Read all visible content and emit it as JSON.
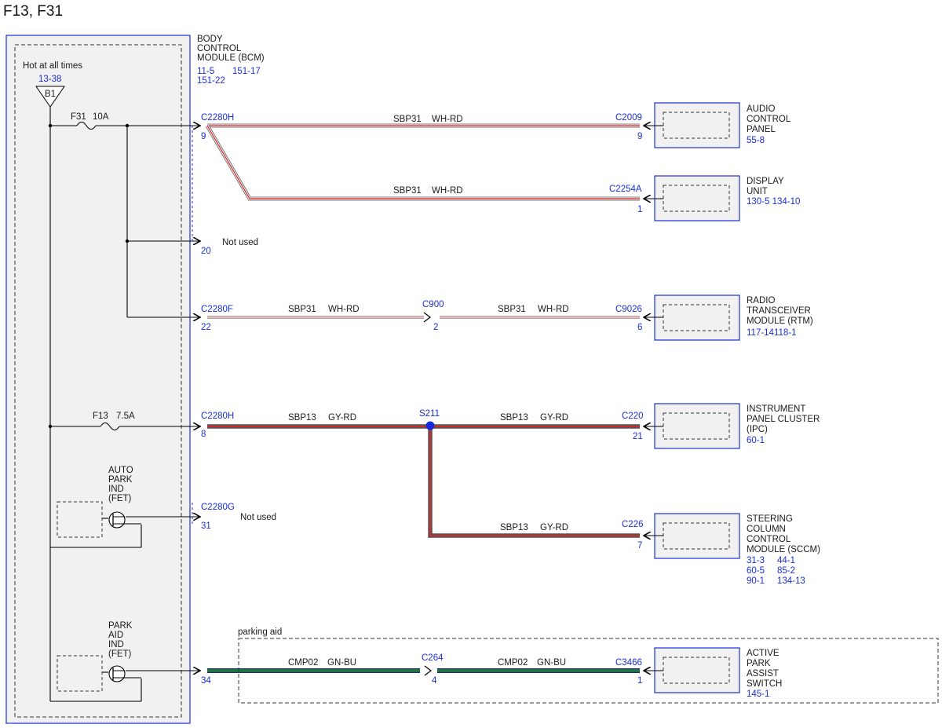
{
  "title": "F13, F31",
  "colors": {
    "module_blue": "#1a2fd6",
    "module_fill": "#f1f1f1",
    "wire_wh_rd": "WH-RD red/white",
    "wire_gy_rd": "GY-RD gray/red",
    "wire_gn_bu": "GN-BU green/blue"
  },
  "bcm": {
    "name": [
      "BODY",
      "CONTROL",
      "MODULE (BCM)"
    ],
    "refs": [
      "11-5",
      "151-17",
      "151-22"
    ],
    "hot_label": "Hot at all times",
    "hot_ref": "13-38",
    "bus": "B1",
    "fuse_f31": "F31",
    "fuse_f31_rating": "10A",
    "fuse_f13": "F13",
    "fuse_f13_rating": "7.5A",
    "auto_park": [
      "AUTO",
      "PARK",
      "IND",
      "(FET)"
    ],
    "park_aid": [
      "PARK",
      "AID",
      "IND",
      "(FET)"
    ]
  },
  "connectors": {
    "c2280h_top": {
      "name": "C2280H",
      "pin": "9"
    },
    "c2280h_f13": {
      "name": "C2280H",
      "pin": "8"
    },
    "c2280f": {
      "name": "C2280F",
      "pin": "22"
    },
    "c2280g": {
      "name": "C2280G",
      "pin": "31"
    },
    "not_used_pin": "20",
    "park_pin": "34",
    "not_used": "Not used",
    "c2009": {
      "name": "C2009",
      "pin": "9"
    },
    "c2254a": {
      "name": "C2254A",
      "pin": "1"
    },
    "c900": {
      "name": "C900",
      "pin": "2"
    },
    "c9026": {
      "name": "C9026",
      "pin": "6"
    },
    "s211": "S211",
    "c220": {
      "name": "C220",
      "pin": "21"
    },
    "c226": {
      "name": "C226",
      "pin": "7"
    },
    "c264": {
      "name": "C264",
      "pin": "4"
    },
    "c3466": {
      "name": "C3466",
      "pin": "1"
    }
  },
  "circuits": {
    "sbp31": "SBP31",
    "sbp13": "SBP13",
    "cmp02": "CMP02",
    "wh_rd": "WH-RD",
    "gy_rd": "GY-RD",
    "gn_bu": "GN-BU"
  },
  "parking_aid_label": "parking aid",
  "modules": {
    "audio": {
      "name": [
        "AUDIO",
        "CONTROL",
        "PANEL"
      ],
      "refs": "55-8"
    },
    "display": {
      "name": [
        "DISPLAY",
        "UNIT"
      ],
      "refs": "130-5   134-10"
    },
    "rtm": {
      "name": [
        "RADIO",
        "TRANSCEIVER",
        "MODULE (RTM)"
      ],
      "refs": "117-14118-1"
    },
    "ipc": {
      "name": [
        "INSTRUMENT",
        "PANEL CLUSTER",
        "(IPC)"
      ],
      "refs": "60-1"
    },
    "sccm": {
      "name": [
        "STEERING",
        "COLUMN",
        "CONTROL",
        "MODULE (SCCM)"
      ],
      "refs": [
        "31-3     44-1",
        "60-5     85-2",
        "90-1     134-13"
      ]
    },
    "apas": {
      "name": [
        "ACTIVE",
        "PARK",
        "ASSIST",
        "SWITCH"
      ],
      "refs": "145-1"
    }
  }
}
